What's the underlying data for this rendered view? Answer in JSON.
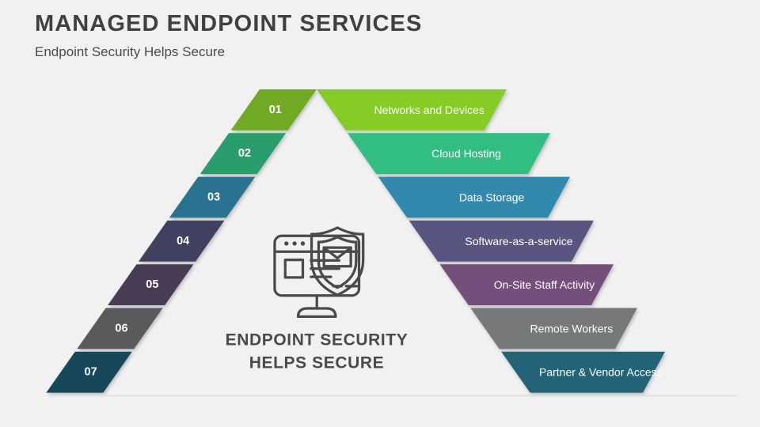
{
  "header": {
    "title": "MANAGED ENDPOINT SERVICES",
    "subtitle": "Endpoint Security Helps Secure"
  },
  "center": {
    "icon": "monitor-shield-icon",
    "line1": "ENDPOINT SECURITY",
    "line2": "HELPS SECURE"
  },
  "background_color": "#f1f1f1",
  "rows": [
    {
      "number": "01",
      "label": "Networks and Devices",
      "color": "#86cc28",
      "edge_color": "#6faa22"
    },
    {
      "number": "02",
      "label": "Cloud Hosting",
      "color": "#33be82",
      "edge_color": "#2a9d6c"
    },
    {
      "number": "03",
      "label": "Data Storage",
      "color": "#3189ad",
      "edge_color": "#2b7390"
    },
    {
      "number": "04",
      "label": "Software-as-a-service",
      "color": "#595681",
      "edge_color": "#413f60"
    },
    {
      "number": "05",
      "label": "On-Site Staff Activity",
      "color": "#744f7b",
      "edge_color": "#4a3a52"
    },
    {
      "number": "06",
      "label": "Remote Workers",
      "color": "#76787a",
      "edge_color": "#585a5c"
    },
    {
      "number": "07",
      "label": "Partner & Vendor Access",
      "color": "#236478",
      "edge_color": "#17465a"
    }
  ]
}
